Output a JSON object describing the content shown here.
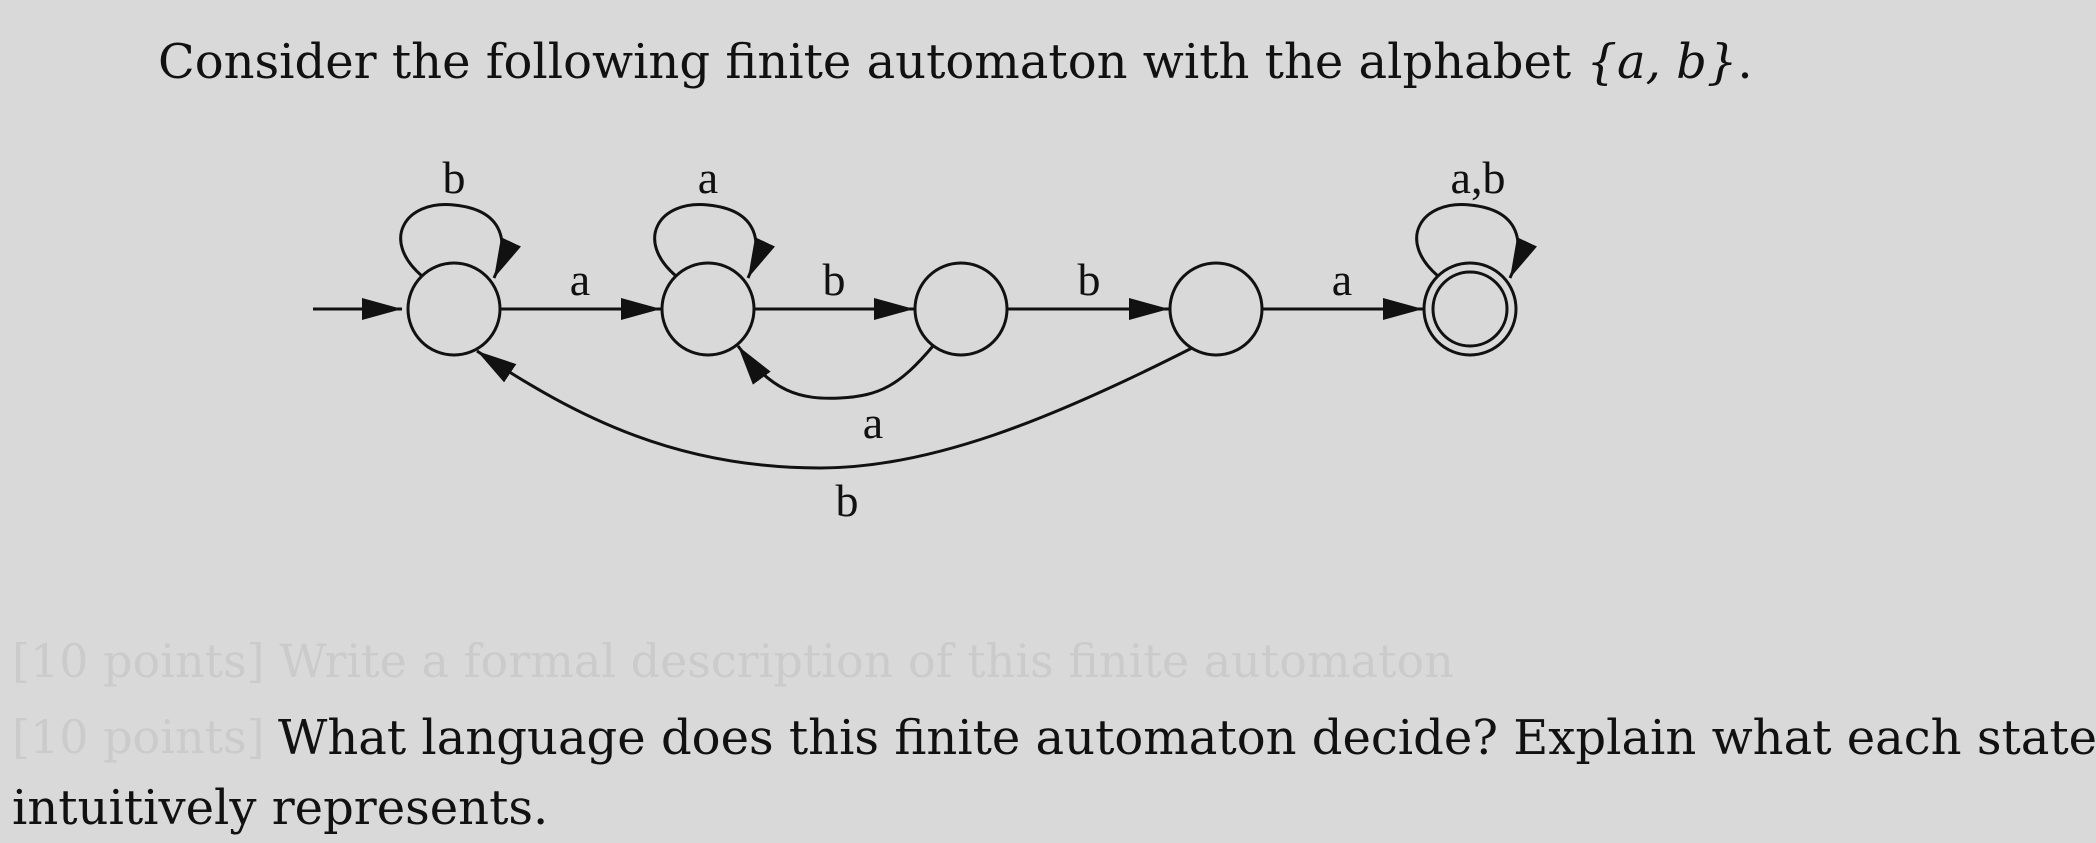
{
  "intro": {
    "text_before": "Consider the following finite automaton with the alphabet ",
    "alphabet": "{a, b}",
    "text_after": "."
  },
  "ghost_lines": {
    "line1": "[10 points] Write a formal description of this finite automaton",
    "line2_prefix": "[10 points]"
  },
  "question": {
    "line1": "What language does this finite automaton decide?  Explain what each state",
    "line2": "intuitively represents."
  },
  "automaton": {
    "alphabet": [
      "a",
      "b"
    ],
    "states": [
      {
        "id": "q0",
        "start": true,
        "accept": false
      },
      {
        "id": "q1",
        "start": false,
        "accept": false
      },
      {
        "id": "q2",
        "start": false,
        "accept": false
      },
      {
        "id": "q3",
        "start": false,
        "accept": false
      },
      {
        "id": "q4",
        "start": false,
        "accept": true
      }
    ],
    "transitions": [
      {
        "from": "q0",
        "to": "q0",
        "label": "b"
      },
      {
        "from": "q0",
        "to": "q1",
        "label": "a"
      },
      {
        "from": "q1",
        "to": "q1",
        "label": "a"
      },
      {
        "from": "q1",
        "to": "q2",
        "label": "b"
      },
      {
        "from": "q2",
        "to": "q3",
        "label": "b"
      },
      {
        "from": "q2",
        "to": "q1",
        "label": "a"
      },
      {
        "from": "q3",
        "to": "q4",
        "label": "a"
      },
      {
        "from": "q3",
        "to": "q0",
        "label": "b"
      },
      {
        "from": "q4",
        "to": "q4",
        "label": "a,b"
      }
    ]
  }
}
